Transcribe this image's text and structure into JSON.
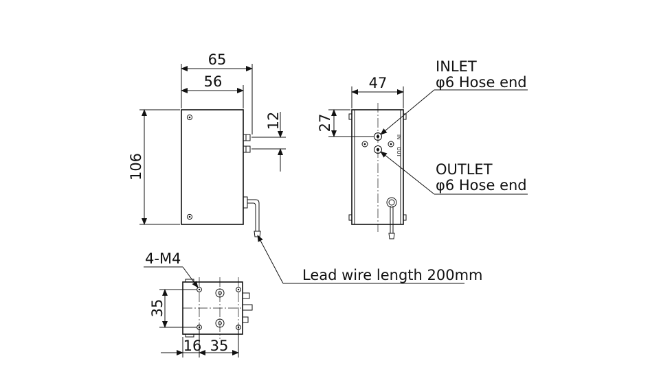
{
  "dimensions": {
    "front_width_overall": "65",
    "front_width_body": "56",
    "front_height": "106",
    "port_pitch": "12",
    "side_width": "47",
    "side_port_offset": "27",
    "bottom_hole_pitch_vertical": "35",
    "bottom_offset": "16",
    "bottom_hole_pitch_horizontal": "35"
  },
  "callouts": {
    "inlet_title": "INLET",
    "inlet_spec": "φ6 Hose end",
    "outlet_title": "OUTLET",
    "outlet_spec": "φ6 Hose end",
    "lead_wire": "Lead wire length 200mm",
    "mount_holes": "4-M4"
  },
  "side_marks": {
    "in_mark": "IN",
    "out_mark": "OUT"
  }
}
